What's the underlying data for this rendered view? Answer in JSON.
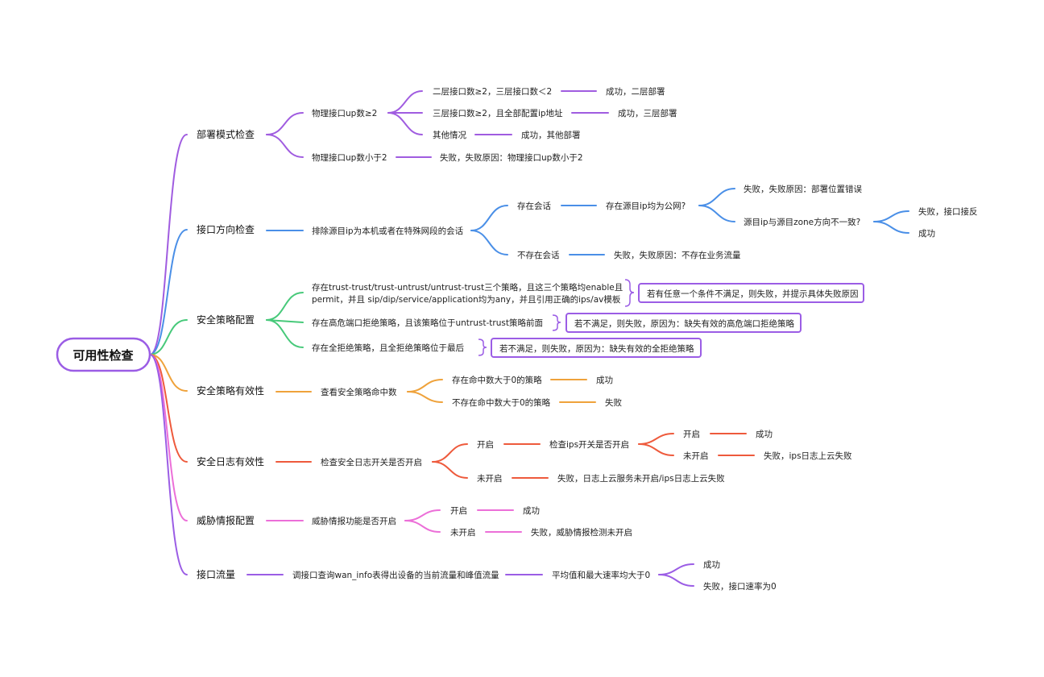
{
  "root": "可用性检查",
  "colors": {
    "purple": "#a05ce0",
    "blue": "#4a8fe7",
    "green": "#47c97a",
    "orange": "#efa23b",
    "red": "#ee5a3c",
    "pink": "#ec6fd8",
    "violet": "#9b5de5",
    "box_border": "#9b5de5"
  },
  "branches": {
    "deploy": {
      "title": "部署模式检查",
      "phys_ge2": "物理接口up数≥2",
      "l2ge2": "二层接口数≥2，三层接口数＜2",
      "l2ge2_res": "成功，二层部署",
      "l3ge2": "三层接口数≥2，且全部配置ip地址",
      "l3ge2_res": "成功，三层部署",
      "other": "其他情况",
      "other_res": "成功，其他部署",
      "phys_lt2": "物理接口up数小于2",
      "phys_lt2_res": "失败，失败原因：物理接口up数小于2"
    },
    "iface_dir": {
      "title": "接口方向检查",
      "exclude": "排除源目ip为本机或者在特殊网段的会话",
      "has_session": "存在会话",
      "public_q": "存在源目ip均为公网?",
      "public_res": "失败，失败原因：部署位置错误",
      "zone_q": "源目ip与源目zone方向不一致?",
      "zone_fail": "失败，接口接反",
      "zone_ok": "成功",
      "no_session": "不存在会话",
      "no_session_res": "失败，失败原因：不存在业务流量"
    },
    "policy_cfg": {
      "title": "安全策略配置",
      "p1_line1": "存在trust-trust/trust-untrust/untrust-trust三个策略，且这三个策略均enable且",
      "p1_line2": "permit，并且 sip/dip/service/application均为any，并且引用正确的ips/av模板",
      "p1_note": "若有任意一个条件不满足，则失败，并提示具体失败原因",
      "p2": "存在高危端口拒绝策略，且该策略位于untrust-trust策略前面",
      "p2_note": "若不满足，则失败，原因为：缺失有效的高危端口拒绝策略",
      "p3": "存在全拒绝策略，且全拒绝策略位于最后",
      "p3_note": "若不满足，则失败，原因为：缺失有效的全拒绝策略"
    },
    "policy_eff": {
      "title": "安全策略有效性",
      "check": "查看安全策略命中数",
      "hit": "存在命中数大于0的策略",
      "hit_res": "成功",
      "nohit": "不存在命中数大于0的策略",
      "nohit_res": "失败"
    },
    "log_eff": {
      "title": "安全日志有效性",
      "check": "检查安全日志开关是否开启",
      "on": "开启",
      "ips_check": "检查ips开关是否开启",
      "ips_on": "开启",
      "ips_on_res": "成功",
      "ips_off": "未开启",
      "ips_off_res": "失败，ips日志上云失败",
      "off": "未开启",
      "off_res": "失败，日志上云服务未开启/ips日志上云失败"
    },
    "threat": {
      "title": "威胁情报配置",
      "check": "威胁情报功能是否开启",
      "on": "开启",
      "on_res": "成功",
      "off": "未开启",
      "off_res": "失败，威胁情报检测未开启"
    },
    "traffic": {
      "title": "接口流量",
      "query": "调接口查询wan_info表得出设备的当前流量和峰值流量",
      "cond": "平均值和最大速率均大于0",
      "ok": "成功",
      "fail": "失败，接口速率为0"
    }
  }
}
